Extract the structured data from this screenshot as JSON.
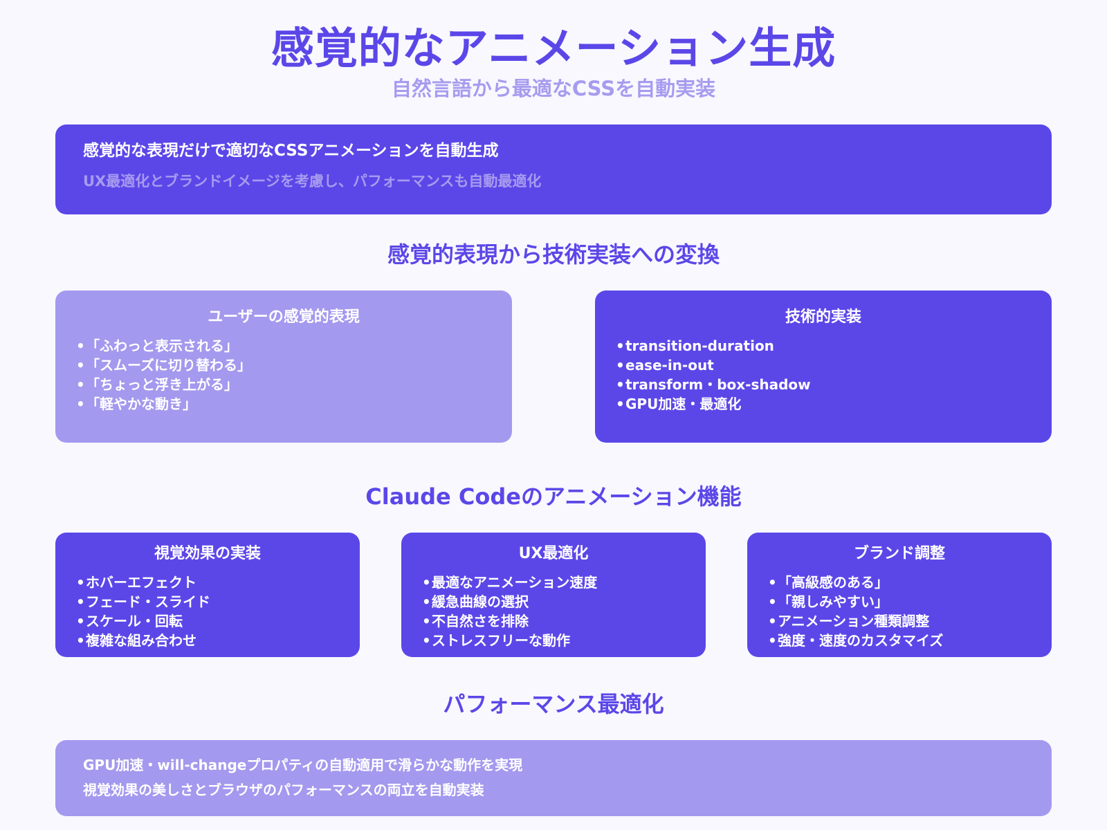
{
  "header": {
    "title": "感覚的なアニメーション生成",
    "subtitle": "自然言語から最適なCSSを自動実装"
  },
  "banner": {
    "line1": "感覚的な表現だけで適切なCSSアニメーションを自動生成",
    "line2": "UX最適化とブランドイメージを考慮し、パフォーマンスも自動最適化"
  },
  "conversion": {
    "title": "感覚的表現から技術実装への変換",
    "user_card": {
      "title": "ユーザーの感覚的表現",
      "items": [
        "「ふわっと表示される」",
        "「スムーズに切り替わる」",
        "「ちょっと浮き上がる」",
        "「軽やかな動き」"
      ]
    },
    "tech_card": {
      "title": "技術的実装",
      "items": [
        "transition-duration",
        "ease-in-out",
        "transform・box-shadow",
        "GPU加速・最適化"
      ]
    }
  },
  "features": {
    "title": "Claude Codeのアニメーション機能",
    "cards": [
      {
        "title": "視覚効果の実装",
        "items": [
          "ホバーエフェクト",
          "フェード・スライド",
          "スケール・回転",
          "複雑な組み合わせ"
        ]
      },
      {
        "title": "UX最適化",
        "items": [
          "最適なアニメーション速度",
          "緩急曲線の選択",
          "不自然さを排除",
          "ストレスフリーな動作"
        ]
      },
      {
        "title": "ブランド調整",
        "items": [
          "「高級感のある」",
          "「親しみやすい」",
          "アニメーション種類調整",
          "強度・速度のカスタマイズ"
        ]
      }
    ]
  },
  "performance": {
    "title": "パフォーマンス最適化",
    "line1": "GPU加速・will-changeプロパティの自動適用で滑らかな動作を実現",
    "line2": "視覚効果の美しさとブラウザのパフォーマンスの両立を自動実装"
  },
  "colors": {
    "primary": "#5B47E8",
    "primary_light": "#A399EE",
    "subtitle_text": "#A79BEF",
    "background": "#F8F8FE"
  }
}
